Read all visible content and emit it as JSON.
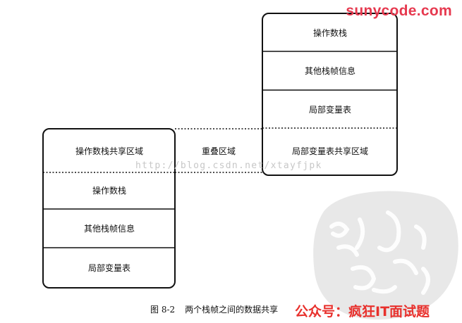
{
  "watermark_brand": "sunycode.com",
  "watermark_url": "http://blog.csdn.net/xtayfjpk",
  "left_frame": {
    "cells": [
      {
        "label": "操作数栈共享区域"
      },
      {
        "label": "操作数栈"
      },
      {
        "label": "其他栈帧信息"
      },
      {
        "label": "局部变量表"
      }
    ]
  },
  "right_frame": {
    "cells": [
      {
        "label": "操作数栈"
      },
      {
        "label": "其他栈帧信息"
      },
      {
        "label": "局部变量表"
      },
      {
        "label": "局部变量表共享区域"
      }
    ]
  },
  "overlap_label": "重叠区域",
  "caption": {
    "figure_number": "图 8-2",
    "text": "两个栈帧之间的数据共享"
  },
  "wechat_watermark": "公众号：疯狂IT面试题",
  "colors": {
    "brand": "#e6394f",
    "wechat": "#e8302c",
    "frame_stroke": "#111111",
    "seal": "#cfcfcf"
  }
}
